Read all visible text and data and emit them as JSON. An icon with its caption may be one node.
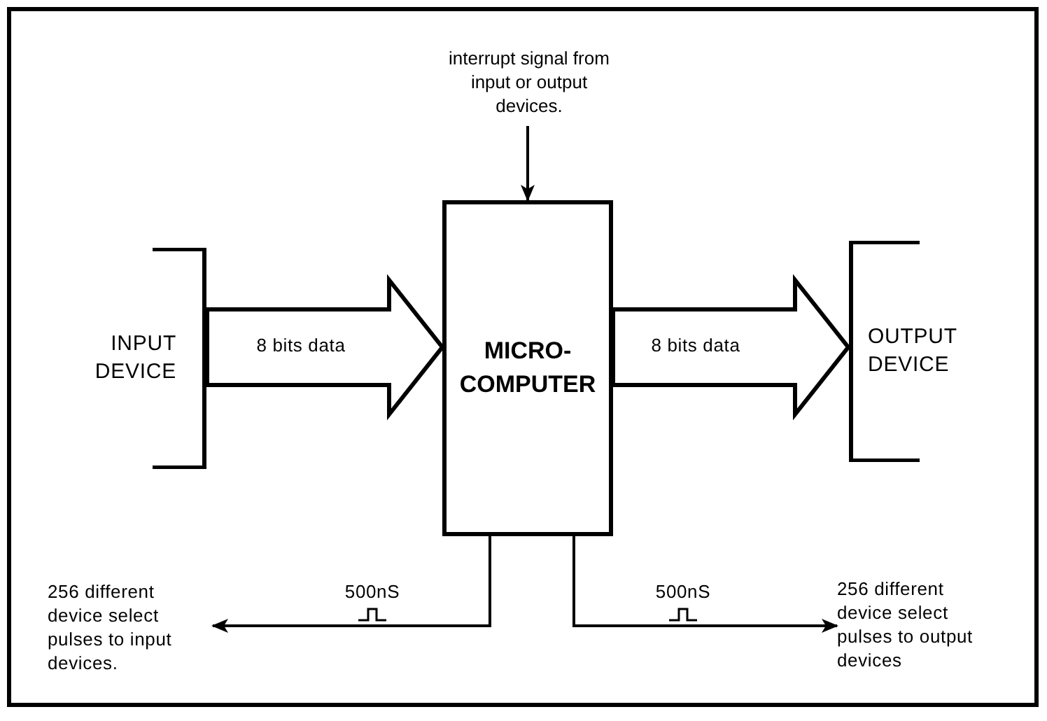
{
  "diagram": {
    "nodes": [
      {
        "text": [
          "INPUT DEVICE"
        ]
      },
      {
        "text": [
          "MICRO-COMPUTER"
        ]
      },
      {
        "text": [
          "OUTPUT DEVICE"
        ]
      },
      {
        "text": [
          "interrupt signal from input or output devices."
        ]
      },
      {
        "text": [
          "256 different device select pulses to input devices."
        ]
      },
      {
        "text": [
          "256 different device select pulses to output devices"
        ]
      }
    ],
    "edges": [
      {
        "from": 0,
        "to": 1,
        "arrow": "to",
        "label": "8 bits data",
        "style": "thick"
      },
      {
        "from": 1,
        "to": 2,
        "arrow": "to",
        "label": "8 bits data",
        "style": "thick"
      },
      {
        "from": 3,
        "to": 1,
        "arrow": "to"
      },
      {
        "from": 1,
        "to": 4,
        "arrow": "to",
        "label": "500nS"
      },
      {
        "from": 1,
        "to": 5,
        "arrow": "to",
        "label": "500nS"
      }
    ]
  }
}
